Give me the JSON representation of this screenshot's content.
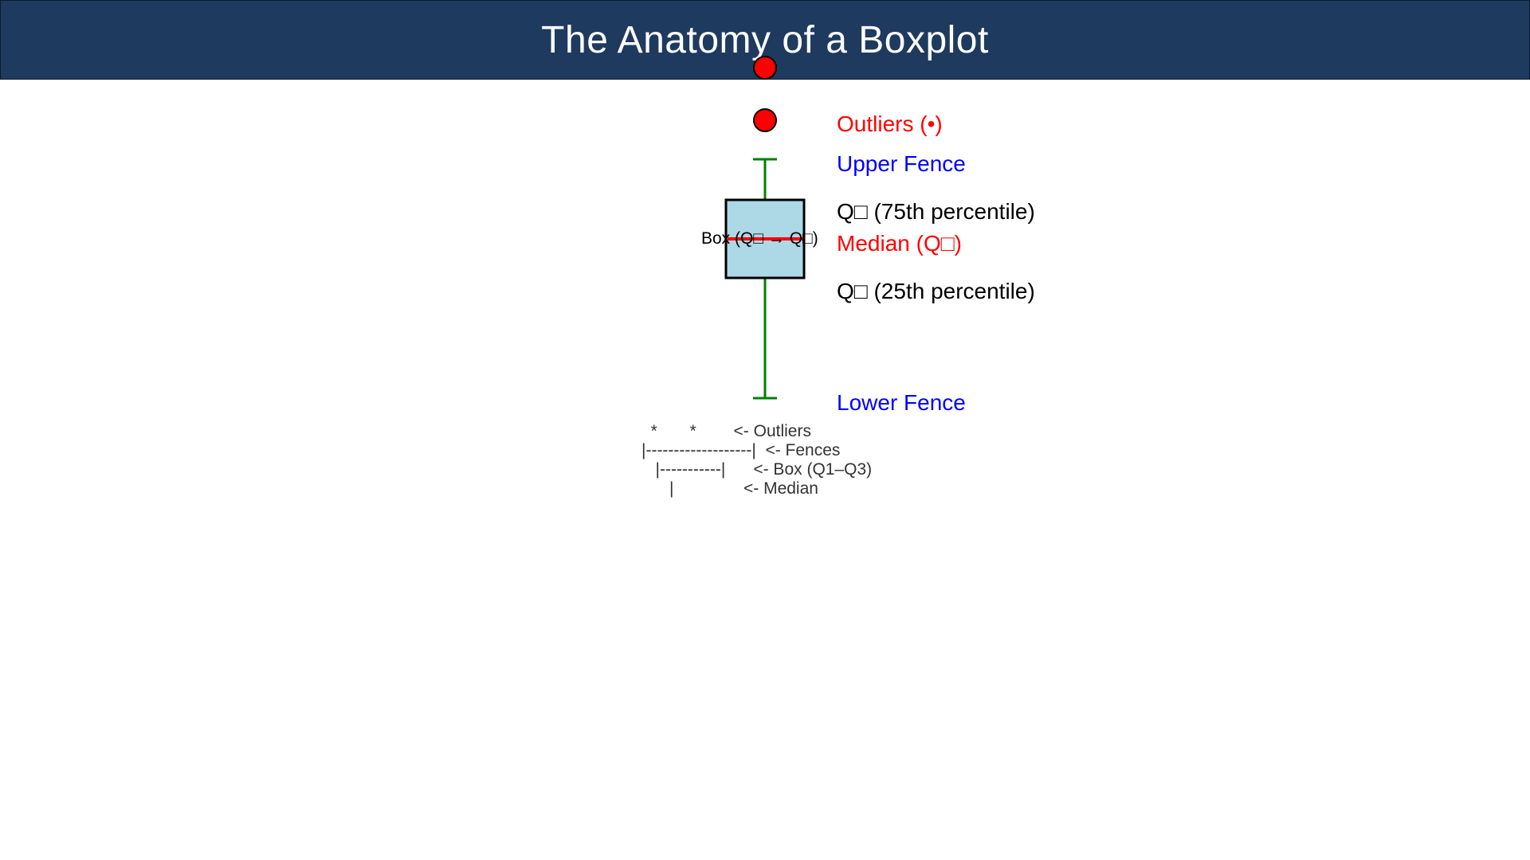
{
  "header": {
    "title": "The Anatomy of a Boxplot"
  },
  "diagram": {
    "box_label": "Box (Q□ → Q□)",
    "labels": {
      "outliers": "Outliers (•)",
      "upper_fence": "Upper Fence",
      "q3": "Q□ (75th percentile)",
      "median": "Median (Q□)",
      "q1": "Q□ (25th percentile)",
      "lower_fence": "Lower Fence"
    },
    "ascii_lines": [
      "  *       *        <- Outliers",
      "|-------------------|  <- Fences",
      "   |-----------|      <- Box (Q1–Q3)",
      "      |               <- Median"
    ]
  },
  "colors": {
    "header_bg": "#1f3a5f",
    "box_fill": "#add8e6",
    "whisker": "#008000",
    "median_line": "#ff0000",
    "outlier": "#ff0000",
    "fence_label": "#0000ff",
    "median_label": "#ff0000",
    "outlier_label": "#ff0000",
    "quartile_label": "#000000"
  }
}
